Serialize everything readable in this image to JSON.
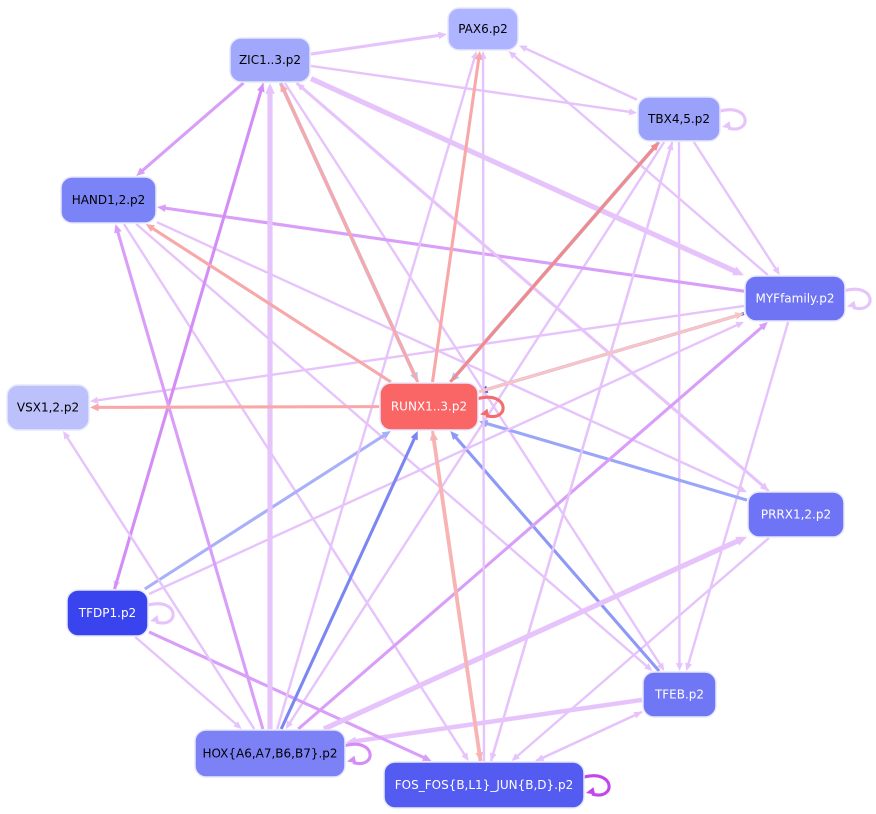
{
  "nodes": [
    {
      "id": "PAX6",
      "label": "PAX6.p2",
      "color": "#aeb4ff",
      "text_color": "#000000"
    },
    {
      "id": "ZIC",
      "label": "ZIC1..3.p2",
      "color": "#a1a8fb",
      "text_color": "#000000"
    },
    {
      "id": "TBX",
      "label": "TBX4,5.p2",
      "color": "#9aa1fb",
      "text_color": "#000000"
    },
    {
      "id": "HAND",
      "label": "HAND1,2.p2",
      "color": "#7b84f6",
      "text_color": "#000000"
    },
    {
      "id": "MYF",
      "label": "MYFfamily.p2",
      "color": "#6e74f4",
      "text_color": "#ffffff"
    },
    {
      "id": "VSX",
      "label": "VSX1,2.p2",
      "color": "#bcc0fb",
      "text_color": "#000000"
    },
    {
      "id": "RUNX",
      "label": "RUNX1..3.p2",
      "color": "#fa6566",
      "text_color": "#ffffff"
    },
    {
      "id": "PRRX",
      "label": "PRRX1,2.p2",
      "color": "#6f73f5",
      "text_color": "#ffffff"
    },
    {
      "id": "TFDP",
      "label": "TFDP1.p2",
      "color": "#3943ee",
      "text_color": "#ffffff"
    },
    {
      "id": "TFEB",
      "label": "TFEB.p2",
      "color": "#7077f5",
      "text_color": "#ffffff"
    },
    {
      "id": "HOX",
      "label": "HOX{A6,A7,B6,B7}.p2",
      "color": "#7c82f6",
      "text_color": "#000000"
    },
    {
      "id": "FOS",
      "label": "FOS_FOS{B,L1}_JUN{B,D}.p2",
      "color": "#545bf1",
      "text_color": "#ffffff"
    }
  ],
  "edges": [
    {
      "from": "ZIC",
      "to": "PAX6",
      "color": "#e6c4fb",
      "weight": 3
    },
    {
      "from": "ZIC",
      "to": "TBX",
      "color": "#e6c4fb",
      "weight": 2
    },
    {
      "from": "ZIC",
      "to": "HAND",
      "color": "#d99ef8",
      "weight": 3
    },
    {
      "from": "ZIC",
      "to": "MYF",
      "color": "#e6c4fb",
      "weight": 6
    },
    {
      "from": "ZIC",
      "to": "RUNX",
      "color": "#b4c4f5",
      "weight": 4
    },
    {
      "from": "ZIC",
      "to": "PRRX",
      "color": "#e6c4fb",
      "weight": 3
    },
    {
      "from": "ZIC",
      "to": "TFDP",
      "color": "#e6c4fb",
      "weight": 2
    },
    {
      "from": "ZIC",
      "to": "TFEB",
      "color": "#e6c4fb",
      "weight": 2
    },
    {
      "from": "TBX",
      "to": "TBX",
      "color": "#e6c4fb",
      "weight": 3
    },
    {
      "from": "TBX",
      "to": "PAX6",
      "color": "#e6c4fb",
      "weight": 2
    },
    {
      "from": "TBX",
      "to": "MYF",
      "color": "#e6c4fb",
      "weight": 2
    },
    {
      "from": "TBX",
      "to": "RUNX",
      "color": "#b4c4f5",
      "weight": 4
    },
    {
      "from": "TBX",
      "to": "TFEB",
      "color": "#e6c4fb",
      "weight": 2
    },
    {
      "from": "TBX",
      "to": "FOS",
      "color": "#e6c4fb",
      "weight": 2
    },
    {
      "from": "TBX",
      "to": "HOX",
      "color": "#e6c4fb",
      "weight": 2
    },
    {
      "from": "MYF",
      "to": "MYF",
      "color": "#e6c4fb",
      "weight": 3
    },
    {
      "from": "MYF",
      "to": "PAX6",
      "color": "#e6c4fb",
      "weight": 2
    },
    {
      "from": "MYF",
      "to": "HAND",
      "color": "#d99ef8",
      "weight": 3
    },
    {
      "from": "MYF",
      "to": "RUNX",
      "color": "#4f5ae8",
      "weight": 3
    },
    {
      "from": "MYF",
      "to": "VSX",
      "color": "#e6c4fb",
      "weight": 2
    },
    {
      "from": "MYF",
      "to": "TFEB",
      "color": "#e6c4fb",
      "weight": 2
    },
    {
      "from": "HAND",
      "to": "PRRX",
      "color": "#e6c4fb",
      "weight": 2
    },
    {
      "from": "HAND",
      "to": "FOS",
      "color": "#e6c4fb",
      "weight": 2
    },
    {
      "from": "HAND",
      "to": "TFEB",
      "color": "#e6c4fb",
      "weight": 2
    },
    {
      "from": "PRRX",
      "to": "RUNX",
      "color": "#9aa6f8",
      "weight": 3
    },
    {
      "from": "PRRX",
      "to": "ZIC",
      "color": "#e6c4fb",
      "weight": 2
    },
    {
      "from": "PRRX",
      "to": "FOS",
      "color": "#e6c4fb",
      "weight": 2
    },
    {
      "from": "TFEB",
      "to": "RUNX",
      "color": "#8e98f6",
      "weight": 3
    },
    {
      "from": "TFEB",
      "to": "FOS",
      "color": "#e6c4fb",
      "weight": 2
    },
    {
      "from": "TFEB",
      "to": "HOX",
      "color": "#e6c4fb",
      "weight": 5
    },
    {
      "from": "TFDP",
      "to": "TFDP",
      "color": "#e6c4fb",
      "weight": 3
    },
    {
      "from": "TFDP",
      "to": "ZIC",
      "color": "#d48df6",
      "weight": 3
    },
    {
      "from": "TFDP",
      "to": "RUNX",
      "color": "#a8b0f8",
      "weight": 3
    },
    {
      "from": "TFDP",
      "to": "MYF",
      "color": "#e6c4fb",
      "weight": 2
    },
    {
      "from": "TFDP",
      "to": "FOS",
      "color": "#d99ef8",
      "weight": 3
    },
    {
      "from": "TFDP",
      "to": "HOX",
      "color": "#e6c4fb",
      "weight": 2
    },
    {
      "from": "HOX",
      "to": "HOX",
      "color": "#d48df6",
      "weight": 3
    },
    {
      "from": "HOX",
      "to": "ZIC",
      "color": "#e6c4fb",
      "weight": 6
    },
    {
      "from": "HOX",
      "to": "HAND",
      "color": "#d99ef8",
      "weight": 3
    },
    {
      "from": "HOX",
      "to": "RUNX",
      "color": "#7b86f2",
      "weight": 3
    },
    {
      "from": "HOX",
      "to": "MYF",
      "color": "#d99ef8",
      "weight": 3
    },
    {
      "from": "HOX",
      "to": "PRRX",
      "color": "#e6c4fb",
      "weight": 6
    },
    {
      "from": "HOX",
      "to": "PAX6",
      "color": "#e6c4fb",
      "weight": 2
    },
    {
      "from": "HOX",
      "to": "VSX",
      "color": "#e6c4fb",
      "weight": 2
    },
    {
      "from": "FOS",
      "to": "FOS",
      "color": "#c246ea",
      "weight": 3
    },
    {
      "from": "FOS",
      "to": "RUNX",
      "color": "#f8b4b4",
      "weight": 4
    },
    {
      "from": "FOS",
      "to": "TFEB",
      "color": "#e6c4fb",
      "weight": 2
    },
    {
      "from": "FOS",
      "to": "PAX6",
      "color": "#e6c4fb",
      "weight": 2
    },
    {
      "from": "FOS",
      "to": "TBX",
      "color": "#e6c4fb",
      "weight": 2
    },
    {
      "from": "RUNX",
      "to": "RUNX",
      "color": "#f26d6d",
      "weight": 3
    },
    {
      "from": "RUNX",
      "to": "PAX6",
      "color": "#f8a8a8",
      "weight": 3
    },
    {
      "from": "RUNX",
      "to": "ZIC",
      "color": "#f8a8a8",
      "weight": 3
    },
    {
      "from": "RUNX",
      "to": "TBX",
      "color": "#f28a8a",
      "weight": 3
    },
    {
      "from": "RUNX",
      "to": "HAND",
      "color": "#f8a8a8",
      "weight": 3
    },
    {
      "from": "RUNX",
      "to": "MYF",
      "color": "#f8c4c4",
      "weight": 3
    },
    {
      "from": "RUNX",
      "to": "VSX",
      "color": "#f8a8a8",
      "weight": 3
    },
    {
      "from": "RUNX",
      "to": "FOS",
      "color": "#f8b4b4",
      "weight": 3
    }
  ]
}
